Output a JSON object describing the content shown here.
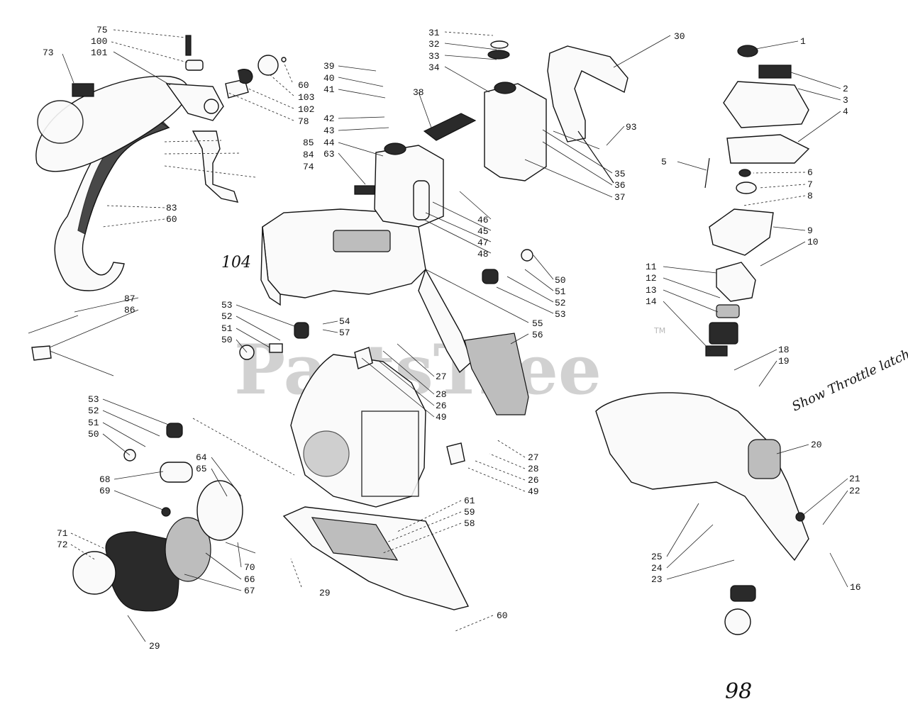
{
  "watermark": {
    "text": "PartsTree",
    "trademark": "TM"
  },
  "handwritten": {
    "show_throttle_latch": "Show Throttle latch",
    "note_104": "104",
    "note_98": "98"
  },
  "part_labels": [
    "75",
    "100",
    "101",
    "73",
    "60",
    "103",
    "102",
    "78",
    "85",
    "84",
    "74",
    "83",
    "60",
    "87",
    "86",
    "39",
    "40",
    "41",
    "42",
    "43",
    "44",
    "63",
    "31",
    "32",
    "33",
    "34",
    "38",
    "30",
    "93",
    "35",
    "36",
    "37",
    "46",
    "45",
    "47",
    "48",
    "50",
    "51",
    "52",
    "53",
    "55",
    "56",
    "53",
    "52",
    "51",
    "50",
    "54",
    "57",
    "27",
    "28",
    "26",
    "49",
    "53",
    "52",
    "51",
    "50",
    "64",
    "65",
    "68",
    "69",
    "71",
    "72",
    "70",
    "66",
    "67",
    "29",
    "27",
    "28",
    "26",
    "49",
    "61",
    "59",
    "58",
    "29",
    "60",
    "1",
    "2",
    "3",
    "4",
    "5",
    "6",
    "7",
    "8",
    "9",
    "10",
    "11",
    "12",
    "13",
    "14",
    "18",
    "19",
    "20",
    "21",
    "22",
    "25",
    "24",
    "23",
    "16"
  ]
}
